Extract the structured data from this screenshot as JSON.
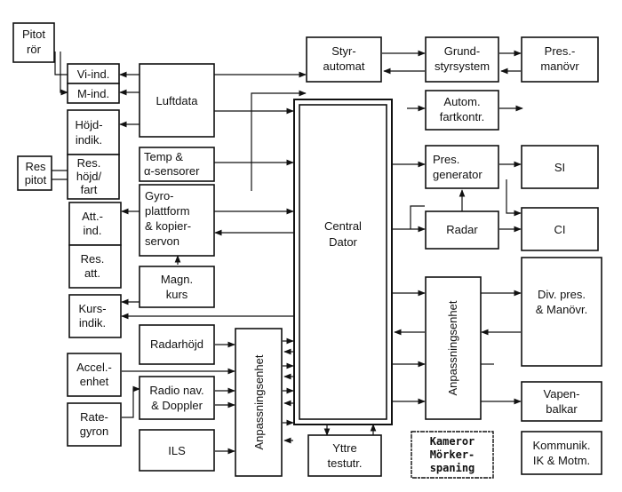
{
  "diagram": {
    "boxes": {
      "pitot_ror": [
        "Pitot",
        "rör"
      ],
      "vi_ind": "Vi-ind.",
      "m_ind": "M-ind.",
      "luftdata": "Luftdata",
      "hojd_indik": [
        "Höjd-",
        "indik."
      ],
      "res_hojd_fart": [
        "Res.",
        "höjd/",
        "fart"
      ],
      "res_pitot": [
        "Res",
        "pitot"
      ],
      "temp_sensorer": [
        "Temp &",
        "α-sensorer"
      ],
      "gyroplattform": [
        "Gyro-",
        "plattform",
        "& kopier-",
        "servon"
      ],
      "att_ind": [
        "Att.-",
        "ind."
      ],
      "res_att": [
        "Res.",
        "att."
      ],
      "magn_kurs": [
        "Magn.",
        "kurs"
      ],
      "kurs_indik": [
        "Kurs-",
        "indik."
      ],
      "radarhojd": "Radarhöjd",
      "accel_enhet": [
        "Accel.-",
        "enhet"
      ],
      "radio_nav": [
        "Radio nav.",
        "& Doppler"
      ],
      "rate_gyron": [
        "Rate-",
        "gyron"
      ],
      "ils": "ILS",
      "anpassningsenhet_left": "Anpassningsenhet",
      "styrautomat": [
        "Styr-",
        "automat"
      ],
      "grundstyrsystem": [
        "Grund-",
        "styrsystem"
      ],
      "pres_manovr": [
        "Pres.-",
        "manövr"
      ],
      "autom_fartkontr": [
        "Autom.",
        "fartkontr."
      ],
      "central_dator": [
        "Central",
        "Dator"
      ],
      "pres_generator": [
        "Pres.",
        "generator"
      ],
      "si": "SI",
      "radar": "Radar",
      "ci": "CI",
      "anpassningsenhet_right": "Anpassningsenhet",
      "div_pres_manovr": [
        "Div. pres.",
        "& Manövr."
      ],
      "vapenbalkar": [
        "Vapen-",
        "balkar"
      ],
      "yttre_testutr": [
        "Yttre",
        "testutr."
      ],
      "kameror": [
        "Kameror",
        "Mörker-",
        "spaning"
      ],
      "kommunik": [
        "Kommunik.",
        "IK & Motm."
      ]
    }
  }
}
